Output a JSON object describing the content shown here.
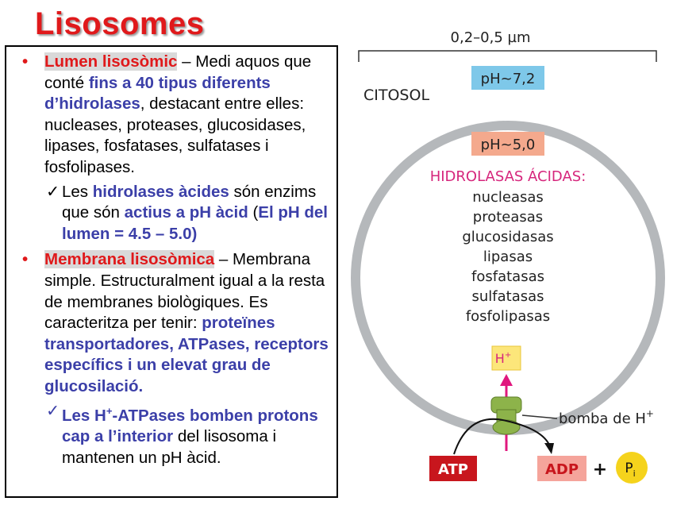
{
  "title": "Lisosomes",
  "left": {
    "b1": {
      "head": "Lumen lisosòmic",
      "t1": " – Medi aquos que conté ",
      "blue1": "fins a 40 tipus diferents d’hidrolases",
      "t2": ", destacant entre elles: nucleases, proteases, glucosidases, lipases, fosfatases, sulfatases i fosfolipases."
    },
    "s1": {
      "check": "✓",
      "t1": "Les ",
      "blue1": "hidrolases àcides",
      "t2": " són enzims que són ",
      "blue2": "actius a pH àcid",
      "t3": " (",
      "blue3": "El pH del lumen = 4.5 – 5.0)"
    },
    "b2": {
      "head": "Membrana lisosòmica",
      "t1": " – Membrana simple. Estructuralment igual a la resta de membranes biològiques. Es caracteritza per tenir: ",
      "blue1": "proteïnes transportadores, ATPases, receptors específics i un elevat grau de glucosilació."
    },
    "s2": {
      "check": "✓",
      "blue1a": "Les H",
      "blue1sup": "+",
      "blue1b": "-ATPases bomben protons cap a l’interior",
      "t1": " del lisosoma i mantenen un pH àcid."
    }
  },
  "diagram": {
    "scale": "0,2–0,5 µm",
    "citosol": "CITOSOL",
    "ph_out": "pH~7,2",
    "ph_in": "pH~5,0",
    "hidro_title": "HIDROLASAS ÁCIDAS:",
    "enzymes": [
      "nucleasas",
      "proteasas",
      "glucosidasas",
      "lipasas",
      "fosfatasas",
      "sulfatasas",
      "fosfolipasas"
    ],
    "h_plus": "H",
    "h_sup": "+",
    "pump_label": "bomba de H",
    "pump_sup": "+",
    "atp": "ATP",
    "adp": "ADP",
    "plus": "+",
    "pi": "P",
    "pi_sub": "i"
  },
  "colors": {
    "title_red": "#e0191b",
    "bold_blue": "#3b3fa8",
    "membrane_gray": "#b5b8bb",
    "ph_out_box": "#7ec8e9",
    "ph_in_box": "#f4a98d",
    "hidro_title": "#d6267c",
    "pump_green": "#8db34a",
    "atp_red": "#c8161d",
    "adp_pink": "#f5a49b",
    "pi_yellow": "#f5d31c",
    "h_box": "#fce67a"
  }
}
